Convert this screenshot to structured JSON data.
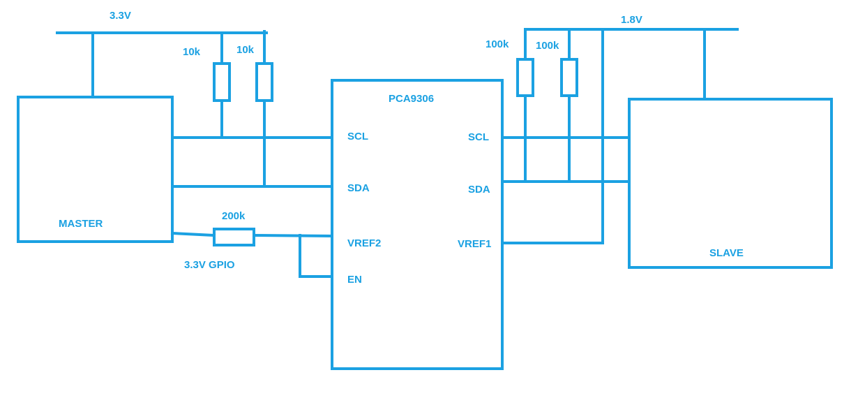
{
  "colors": {
    "wire": "#1ba1e2",
    "background": "#ffffff"
  },
  "rails": {
    "left_voltage": "3.3V",
    "right_voltage": "1.8V"
  },
  "blocks": {
    "master": "MASTER",
    "slave": "SLAVE",
    "chip": "PCA9306"
  },
  "chip_pins": {
    "left": {
      "scl": "SCL",
      "sda": "SDA",
      "vref2": "VREF2",
      "en": "EN"
    },
    "right": {
      "scl": "SCL",
      "sda": "SDA",
      "vref1": "VREF1"
    }
  },
  "resistors": {
    "left_pullup_1": "10k",
    "left_pullup_2": "10k",
    "right_pullup_1": "100k",
    "right_pullup_2": "100k",
    "series": "200k"
  },
  "notes": {
    "gpio": "3.3V GPIO"
  }
}
